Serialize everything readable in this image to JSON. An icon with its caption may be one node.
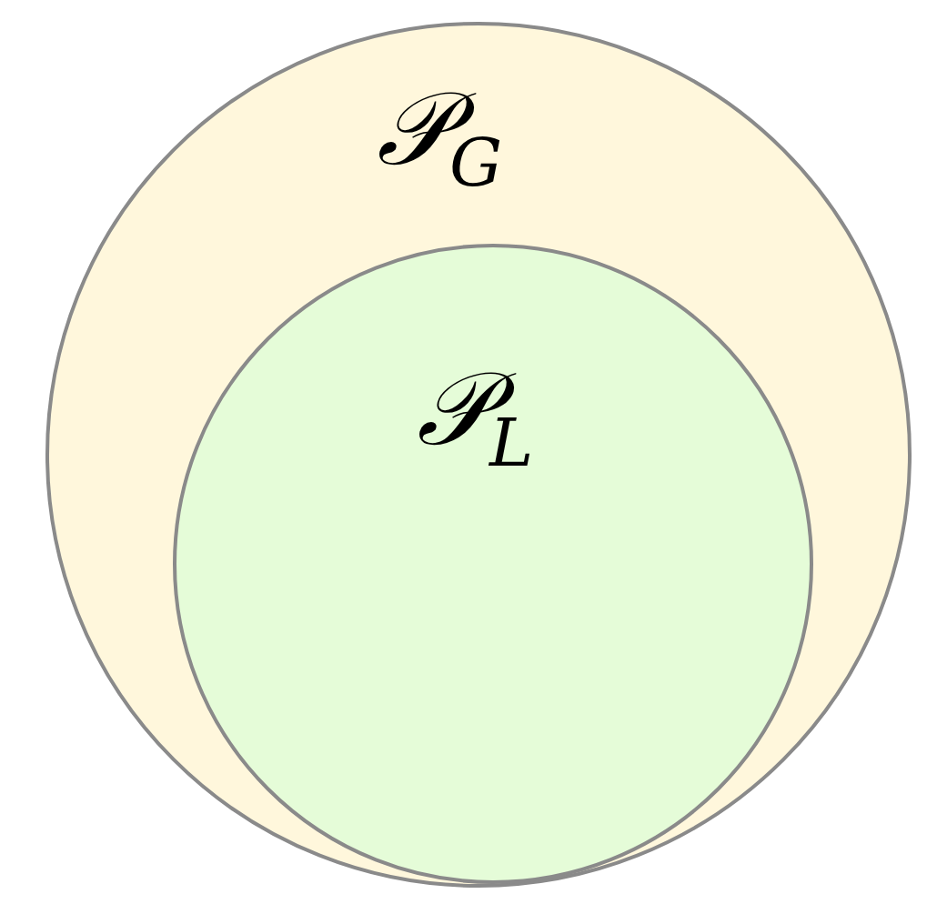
{
  "diagram": {
    "nodes": [
      {
        "text": [
          "𝒫$_{G}$"
        ]
      },
      {
        "text": [
          "𝒫$_{L}$"
        ],
        "in": 0
      }
    ]
  }
}
